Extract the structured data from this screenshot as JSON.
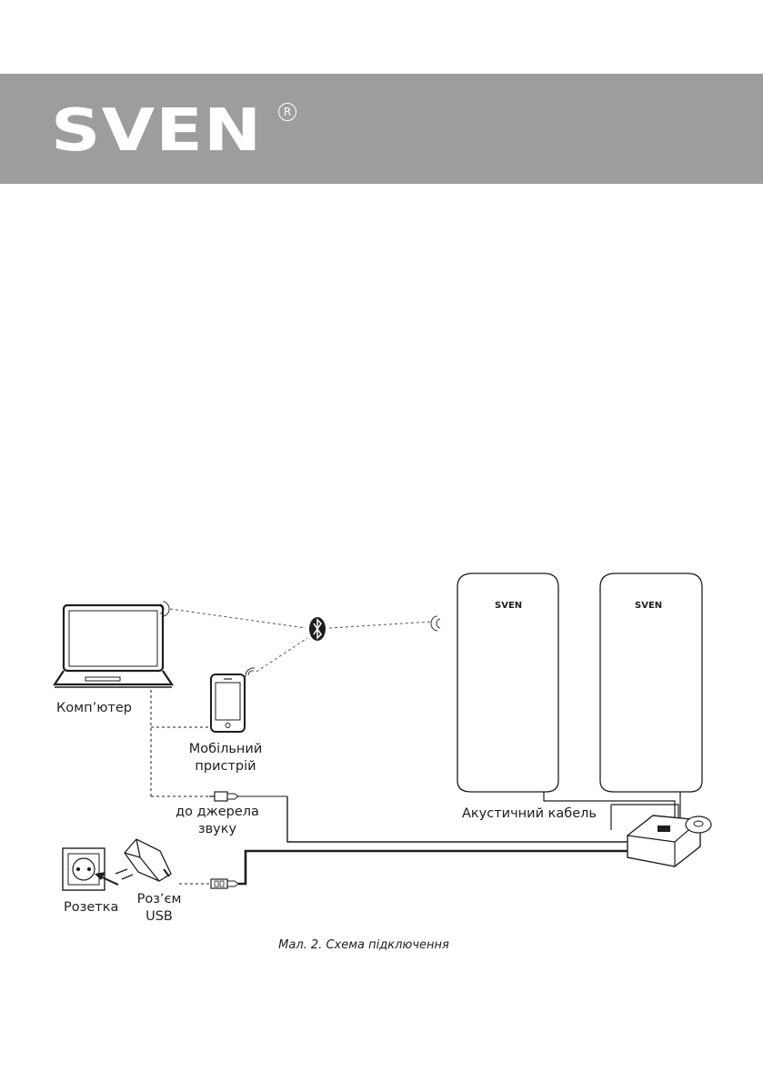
{
  "header": {
    "brand": "SVEN",
    "reg_symbol": "R"
  },
  "diagram": {
    "speaker_brand": "SVEN",
    "labels": {
      "computer": "Комп’ютер",
      "mobile": "Мобільний\nпристрій",
      "audio_source": "до джерела\nзвуку",
      "socket": "Розетка",
      "usb_connector": "Роз’єм\nUSB",
      "speaker_cable": "Акустичний кабель"
    },
    "icons": [
      "laptop-icon",
      "smartphone-icon",
      "bluetooth-icon",
      "wifi-signal-icon",
      "power-socket-icon",
      "power-adapter-icon",
      "usb-plug-icon",
      "audio-jack-icon",
      "control-box-icon"
    ]
  },
  "caption": "Мал. 2. Схема підключення"
}
